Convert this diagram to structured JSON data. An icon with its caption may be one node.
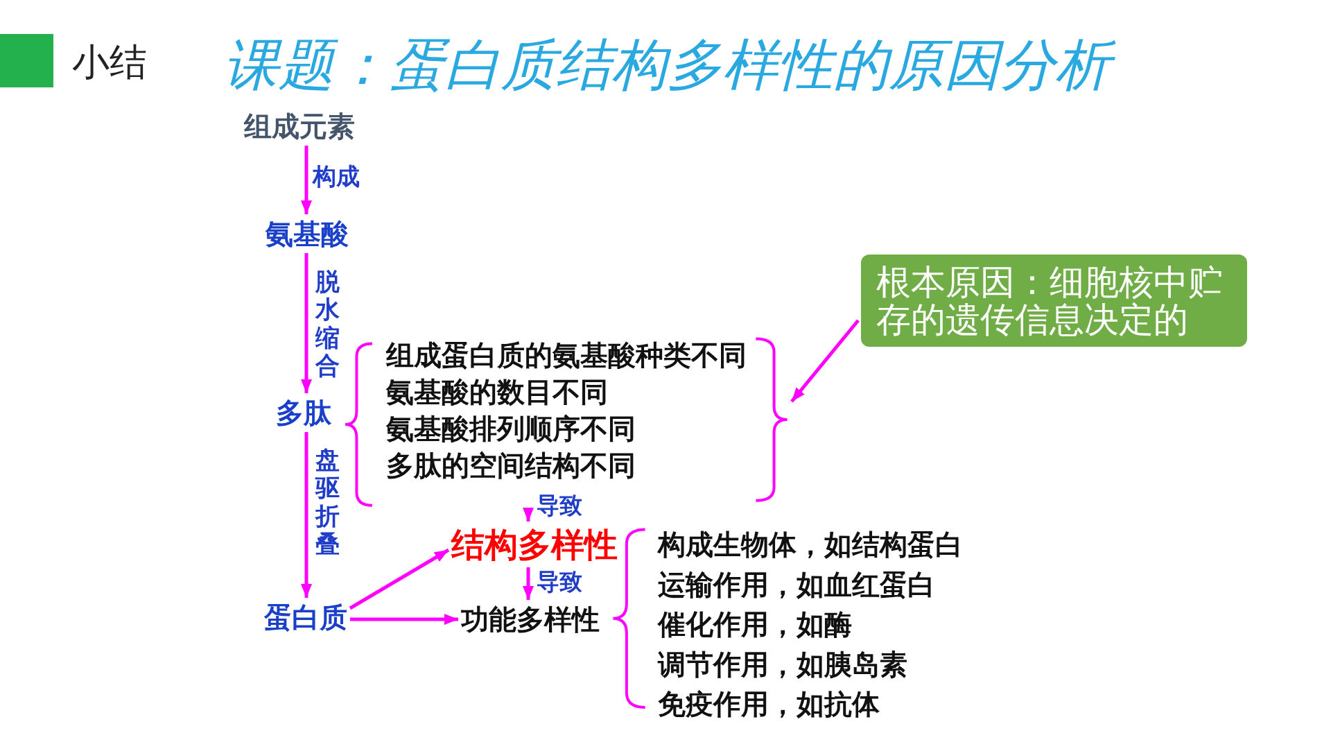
{
  "diagram": {
    "title": "课题：蛋白质结构多样性的原因分析",
    "nodes": [
      {
        "text": [
          "组成元素"
        ]
      },
      {
        "text": [
          "氨基酸"
        ]
      },
      {
        "text": [
          "多肽"
        ]
      },
      {
        "text": [
          "蛋白质"
        ]
      },
      {
        "text": [
          "组成蛋白质的氨基酸种类不同",
          "氨基酸的数目不同",
          "氨基酸排列顺序不同",
          "多肽的空间结构不同"
        ]
      },
      {
        "text": [
          "结构多样性"
        ]
      },
      {
        "text": [
          "功能多样性"
        ]
      },
      {
        "text": [
          "构成生物体，如结构蛋白",
          "运输作用，如血红蛋白",
          "催化作用，如酶",
          "调节作用，如胰岛素",
          "免疫作用，如抗体"
        ]
      },
      {
        "text": [
          "根本原因：细胞核中贮存的遗传信息决定的"
        ]
      }
    ],
    "edges": [
      {
        "from": 0,
        "to": 1,
        "arrow": "to",
        "label": "构成"
      },
      {
        "from": 1,
        "to": 2,
        "arrow": "to",
        "label": "脱水缩合"
      },
      {
        "from": 2,
        "to": 3,
        "arrow": "to",
        "label": "盘驱折叠"
      },
      {
        "from": 4,
        "to": 5,
        "arrow": "to",
        "label": "导致"
      },
      {
        "from": 5,
        "to": 6,
        "arrow": "to",
        "label": "导致"
      },
      {
        "from": 3,
        "to": 5,
        "arrow": "to"
      },
      {
        "from": 3,
        "to": 6,
        "arrow": "to"
      },
      {
        "from": 8,
        "to": 4,
        "arrow": "to"
      }
    ],
    "labels": [
      "小结"
    ]
  }
}
